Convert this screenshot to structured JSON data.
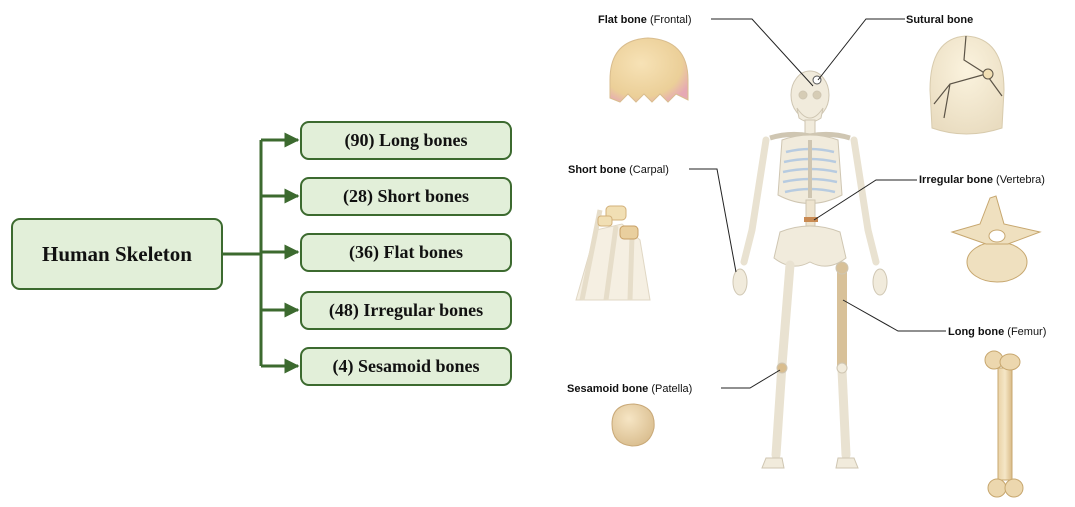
{
  "root": {
    "label": "Human Skeleton"
  },
  "categories": [
    "(90) Long bones",
    "(28) Short bones",
    "(36) Flat bones",
    "(48) Irregular bones",
    "(4) Sesamoid bones"
  ],
  "anatomy_labels": {
    "flat": {
      "type": "Flat bone",
      "example": "(Frontal)"
    },
    "sutural": {
      "type": "Sutural bone",
      "example": ""
    },
    "short": {
      "type": "Short bone",
      "example": "(Carpal)"
    },
    "irregular": {
      "type": "Irregular bone",
      "example": "(Vertebra)"
    },
    "long": {
      "type": "Long bone",
      "example": "(Femur)"
    },
    "sesamoid": {
      "type": "Sesamoid bone",
      "example": "(Patella)"
    }
  },
  "colors": {
    "box_fill": "#e2efd9",
    "box_border": "#3c6a2f",
    "connector": "#3c6a2f",
    "bone": "#f1ebdc",
    "bone_highlight": "#d8c199",
    "cartilage": "#b7cbe0"
  }
}
